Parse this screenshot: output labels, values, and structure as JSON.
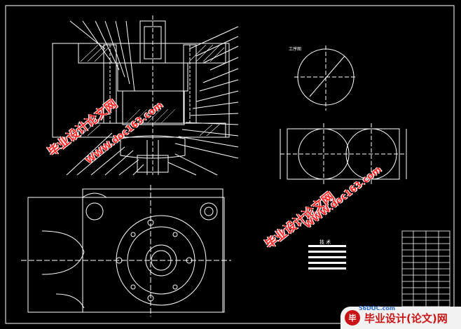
{
  "drawing": {
    "background": "#000000",
    "line_color": "#ffffff",
    "accent_color": "#ff2a2a"
  },
  "notes": {
    "title": "技 术",
    "label_small": "工序图"
  },
  "watermark": {
    "cn_text": "毕业设计论文网",
    "url_text": "WWW.doc163.com"
  },
  "banner": {
    "logo_text": "毕",
    "site_text": "毕业设计(论文)网",
    "domain_small": "56DOC.com"
  }
}
